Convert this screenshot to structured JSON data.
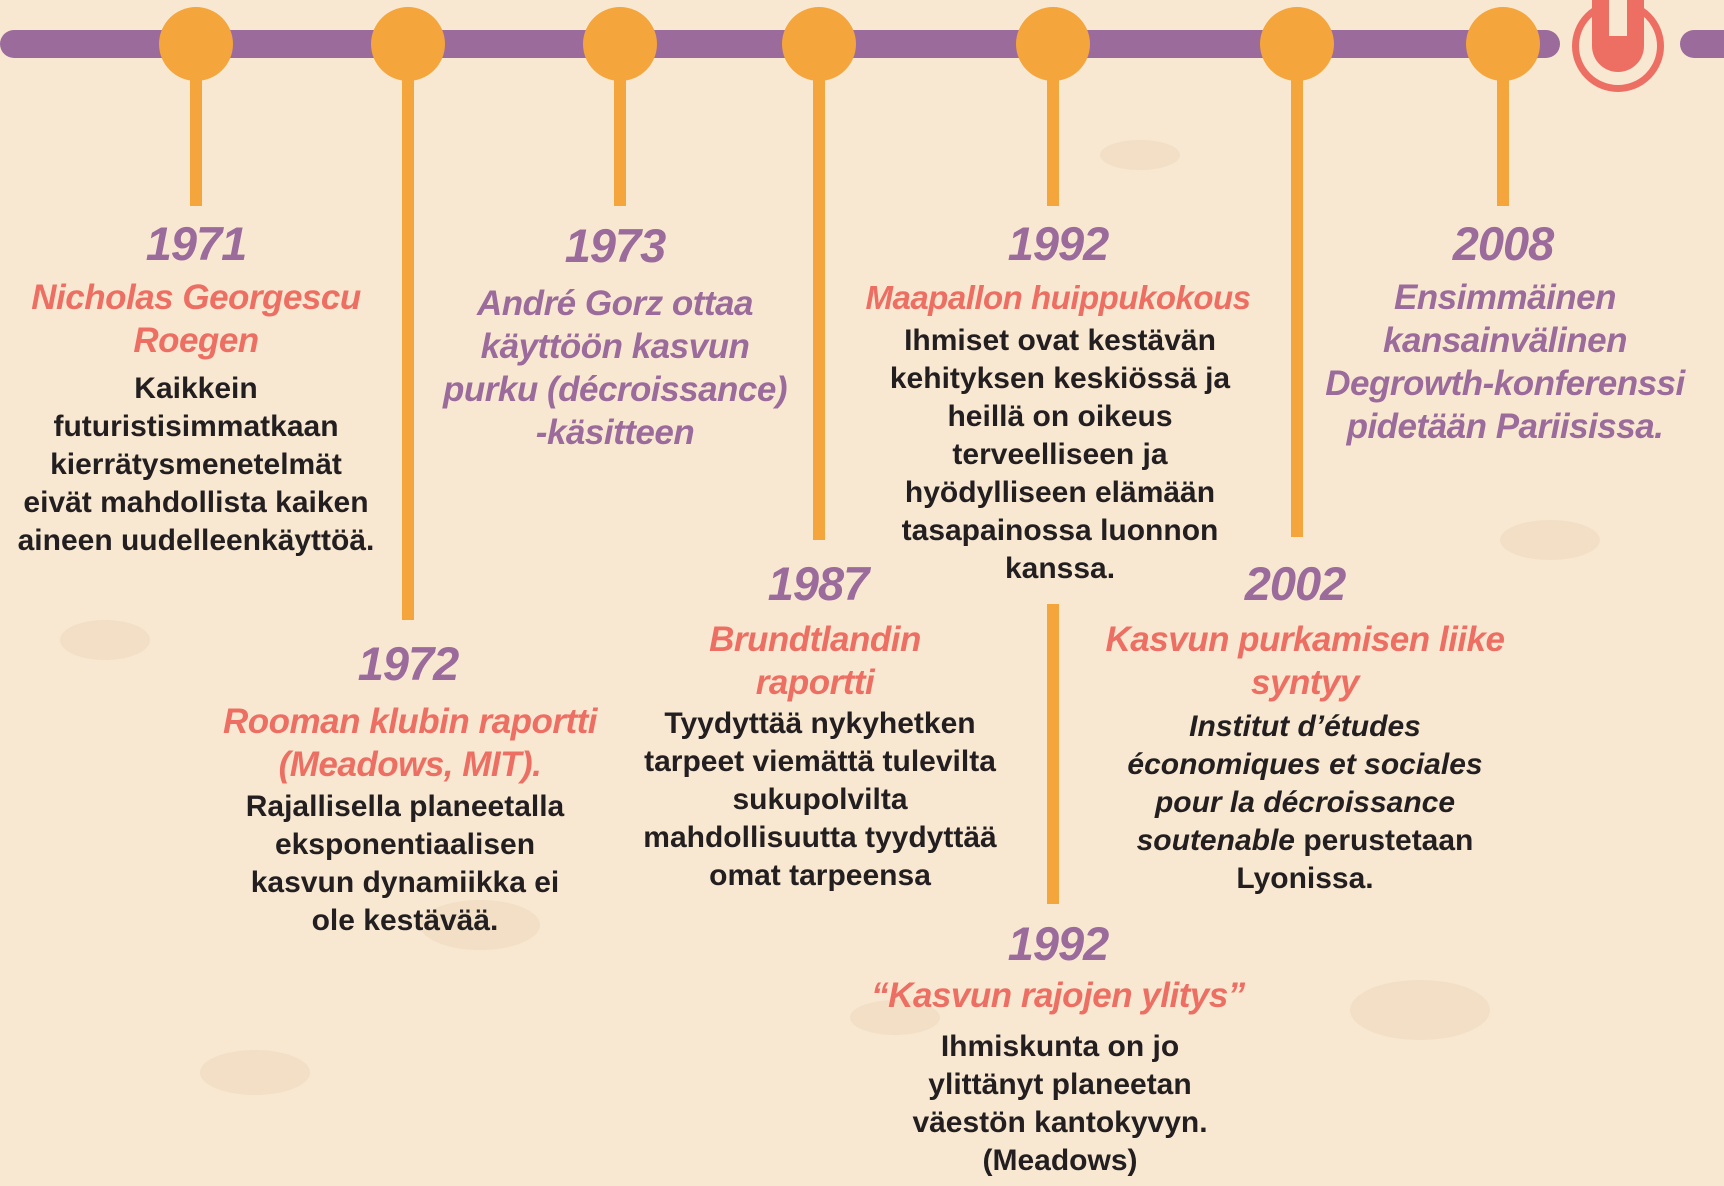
{
  "events": [
    {
      "year": "1971",
      "title": "Nicholas Georgescu Roegen",
      "body": "Kaikkein futuristisimmatkaan kierrätysmenetelmät eivät mahdollista kaiken aineen uudelleenkäyttöä."
    },
    {
      "year": "1972",
      "title": "Rooman klubin raportti (Meadows, MIT).",
      "body": "Rajallisella planeetalla eksponentiaalisen kasvun dynamiikka ei ole kestävää."
    },
    {
      "year": "1973",
      "title": "André Gorz ottaa käyttöön kasvun purku (décroissance) -käsitteen",
      "body": ""
    },
    {
      "year": "1987",
      "title": "Brundtlandin raportti",
      "body": "Tyydyttää nykyhetken tarpeet viemättä tulevilta sukupolvilta mahdollisuutta tyydyttää omat tarpeensa"
    },
    {
      "year": "1992",
      "title": "Maapallon huippukokous",
      "body": "Ihmiset ovat kestävän kehityksen keskiössä ja heillä on oikeus terveelliseen ja hyödylliseen elämään tasapainossa luonnon kanssa."
    },
    {
      "year": "1992",
      "title": "“Kasvun rajojen ylitys”",
      "body": "Ihmiskunta on jo ylittänyt planeetan väestön kantokyvyn. (Meadows)"
    },
    {
      "year": "2002",
      "title": "Kasvun purkamisen liike syntyy",
      "body_italic": "Institut d’études économiques et sociales pour la décroissance soutenable",
      "body_rest": " perustetaan Lyonissa."
    },
    {
      "year": "2008",
      "title": "Ensimmäinen kansainvälinen Degrowth-konferenssi pidetään Pariisissa.",
      "body": ""
    }
  ],
  "icons": {
    "end_marker": "power-icon"
  },
  "colors": {
    "background": "#f8e8d2",
    "line": "#9b6b9c",
    "node": "#f4a53c",
    "accent": "#ed6f63"
  }
}
